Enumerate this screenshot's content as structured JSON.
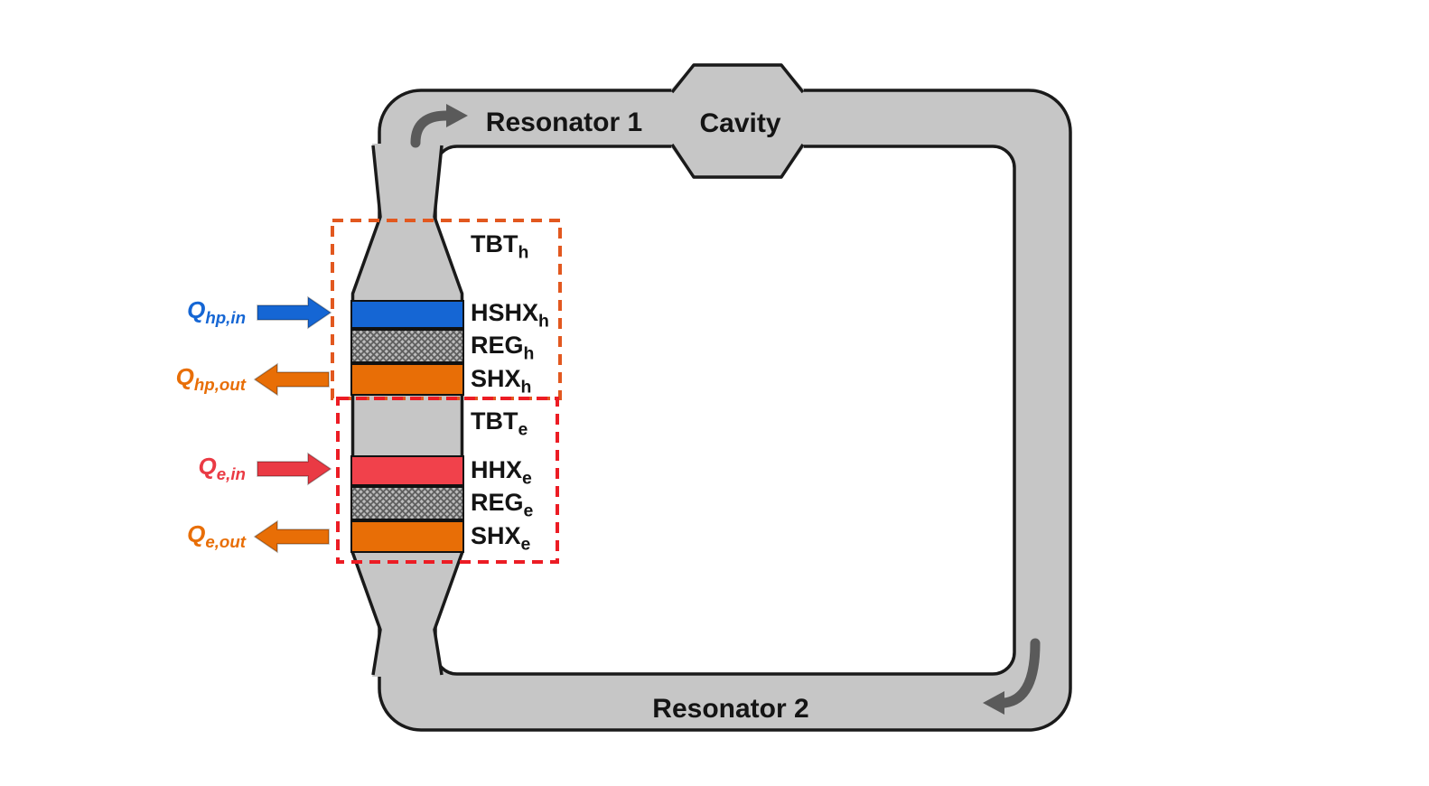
{
  "labels": {
    "resonator1": "Resonator 1",
    "cavity": "Cavity",
    "resonator2": "Resonator 2"
  },
  "core_sections": {
    "hp": [
      {
        "main": "TBT",
        "sub": "h"
      },
      {
        "main": "HSHX",
        "sub": "h"
      },
      {
        "main": "REG",
        "sub": "h"
      },
      {
        "main": "SHX",
        "sub": "h"
      }
    ],
    "engine": [
      {
        "main": "TBT",
        "sub": "e"
      },
      {
        "main": "HHX",
        "sub": "e"
      },
      {
        "main": "REG",
        "sub": "e"
      },
      {
        "main": "SHX",
        "sub": "e"
      }
    ]
  },
  "heat_flows": [
    {
      "main": "Q",
      "sub": "hp,in",
      "direction": "in",
      "color": "#1566d4"
    },
    {
      "main": "Q",
      "sub": "hp,out",
      "direction": "out",
      "color": "#e86e06"
    },
    {
      "main": "Q",
      "sub": "e,in",
      "direction": "in",
      "color": "#ea3a44"
    },
    {
      "main": "Q",
      "sub": "e,out",
      "direction": "out",
      "color": "#e86e06"
    }
  ],
  "colors": {
    "tube_fill": "#c6c6c6",
    "outline": "#1a1a1a",
    "hshx_band": "#1566d4",
    "hhx_band": "#f1414b",
    "shx_band": "#e86e06",
    "reg_band_texture": "gray-crosshatch",
    "hp_dashed_box": "#e2581f",
    "engine_dashed_box": "#ec1c24",
    "flow_arrow": "#5a5a5a"
  }
}
